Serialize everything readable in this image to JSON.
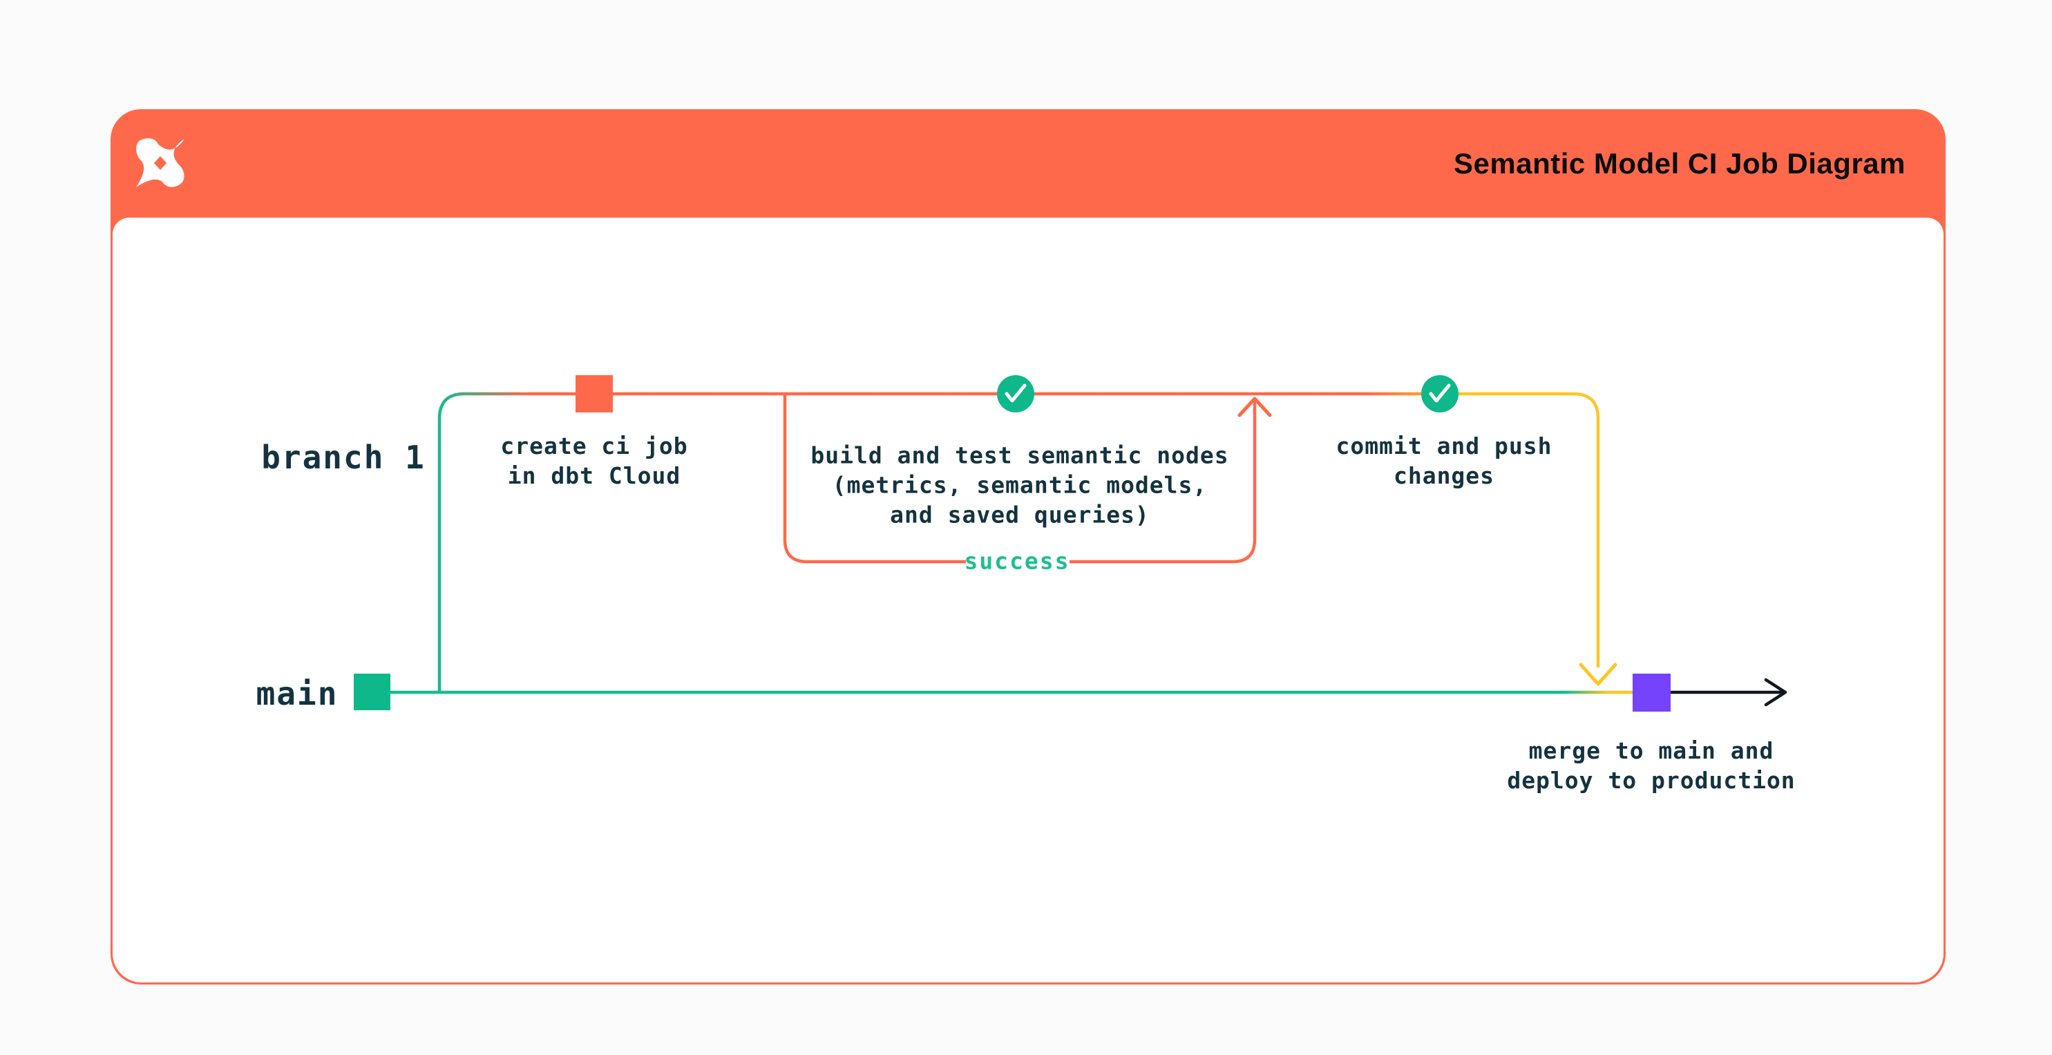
{
  "header": {
    "title": "Semantic Model CI Job Diagram",
    "logo": "dbt-logo"
  },
  "branches": {
    "branch1_label": "branch 1",
    "main_label": "main"
  },
  "steps": {
    "create_ci_job": {
      "label": "create ci job\nin dbt Cloud",
      "marker": "orange-square"
    },
    "build_test": {
      "label": "build and test semantic nodes\n(metrics, semantic models,\nand saved queries)",
      "marker": "green-check-circle"
    },
    "success_loop": {
      "label": "success"
    },
    "commit_push": {
      "label": "commit and push\nchanges",
      "marker": "green-check-circle"
    },
    "merge_deploy": {
      "label": "merge to main and\ndeploy to production",
      "marker": "purple-square"
    }
  },
  "colors": {
    "orange": "#FF694B",
    "green_node": "#0FB88A",
    "green_line": "#15BC8E",
    "yellow": "#FFC525",
    "purple": "#7443FB",
    "ink": "#14333F"
  }
}
